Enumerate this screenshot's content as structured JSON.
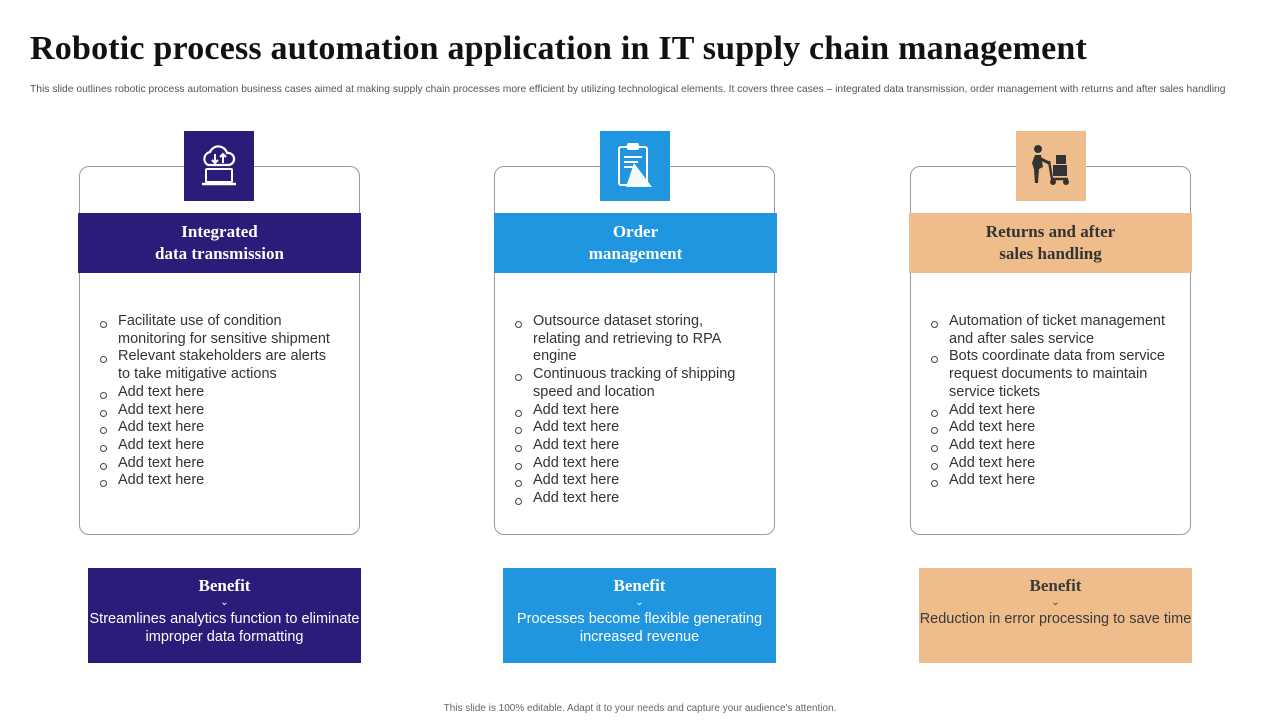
{
  "slide": {
    "title": "Robotic process automation application in IT supply chain management",
    "subtitle": "This slide outlines robotic process automation business cases aimed at making supply chain processes more efficient by utilizing technological elements. It covers three cases – integrated data transmission, order management with returns and after sales handling",
    "footer": "This slide is 100% editable. Adapt it to your needs and capture your audience's attention."
  },
  "colors": {
    "dark_blue": "#2b1c7a",
    "light_blue": "#1f96df",
    "peach": "#efbd8c"
  },
  "cases": [
    {
      "icon": "cloud-transfer-laptop-icon",
      "heading_line1": "Integrated",
      "heading_line2": "data transmission",
      "bullets": [
        "Facilitate use of condition monitoring for sensitive shipment",
        "Relevant stakeholders are alerts to take mitigative actions",
        "Add text here",
        "Add text here",
        "Add text here",
        "Add text here",
        "Add text here",
        "Add text here"
      ],
      "benefit_title": "Benefit",
      "benefit_text": "Streamlines analytics function to eliminate improper data formatting"
    },
    {
      "icon": "clipboard-icon",
      "heading_line1": "Order",
      "heading_line2": "management",
      "bullets": [
        "Outsource dataset storing, relating and retrieving to RPA engine",
        "Continuous tracking of shipping speed and location",
        "Add text here",
        "Add text here",
        "Add text here",
        "Add text here",
        "Add text here",
        "Add text here"
      ],
      "benefit_title": "Benefit",
      "benefit_text": "Processes become flexible generating increased revenue"
    },
    {
      "icon": "hand-truck-boxes-icon",
      "heading_line1": "Returns and after",
      "heading_line2": "sales handling",
      "bullets": [
        "Automation of ticket management and after sales service",
        "Bots coordinate data from service request documents to maintain service tickets",
        "Add text here",
        "Add text here",
        "Add text here",
        "Add text here",
        "Add text here"
      ],
      "benefit_title": "Benefit",
      "benefit_text": "Reduction in error processing to save time"
    }
  ]
}
